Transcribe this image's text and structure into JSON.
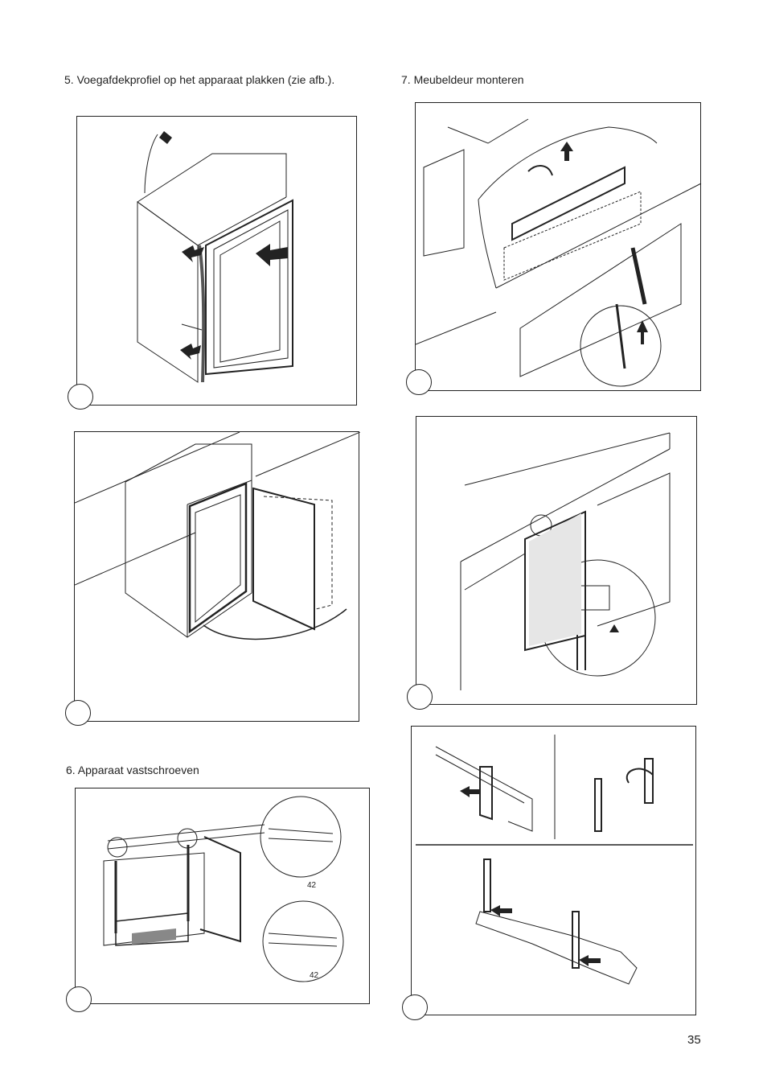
{
  "page": {
    "step5_caption": "5. Voegafdekprofiel op het apparaat plakken (zie afb.).",
    "step6_caption": "6. Apparaat vastschroeven",
    "step7_caption": "7. Meubeldeur monteren",
    "page_number": "35"
  },
  "figures": {
    "screw_fig": {
      "dimension_top": "42",
      "dimension_bottom": "42"
    }
  }
}
